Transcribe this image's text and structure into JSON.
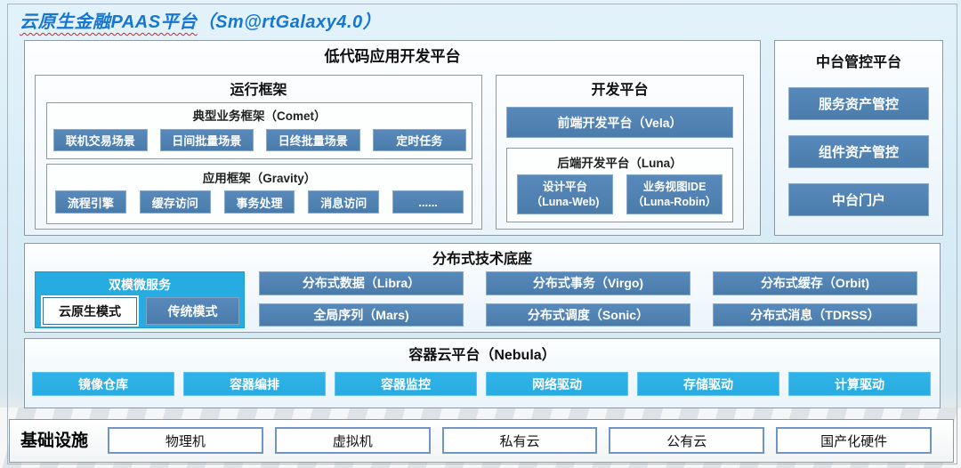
{
  "colors": {
    "title_blue": "#1677d2",
    "steel_blue": "#4a7cab",
    "cyan": "#27ace2",
    "panel_border": "#8d99a3"
  },
  "title": {
    "main": "云原生金融PAAS平台",
    "version": "（Sm@rtGalaxy4.0）"
  },
  "lowcode": {
    "title": "低代码应用开发平台",
    "runtime": {
      "title": "运行框架",
      "comet": {
        "title": "典型业务框架（Comet）",
        "items": [
          "联机交易场景",
          "日间批量场景",
          "日终批量场景",
          "定时任务"
        ]
      },
      "gravity": {
        "title": "应用框架（Gravity）",
        "items": [
          "流程引擎",
          "缓存访问",
          "事务处理",
          "消息访问",
          "......"
        ]
      }
    },
    "dev": {
      "title": "开发平台",
      "vela": "前端开发平台（Vela）",
      "luna": {
        "title": "后端开发平台（Luna）",
        "items": [
          {
            "line1": "设计平台",
            "line2": "（Luna-Web)"
          },
          {
            "line1": "业务视图IDE",
            "line2": "（Luna-Robin）"
          }
        ]
      }
    }
  },
  "midplatform": {
    "title": "中台管控平台",
    "items": [
      "服务资产管控",
      "组件资产管控",
      "中台门户"
    ]
  },
  "distributed": {
    "title": "分布式技术底座",
    "dualmode": {
      "title": "双模微服务",
      "cloud_native": "云原生模式",
      "traditional": "传统模式"
    },
    "items": [
      "分布式数据（Libra）",
      "分布式事务（Virgo)",
      "分布式缓存（Orbit)",
      "全局序列（Mars)",
      "分布式调度（Sonic）",
      "分布式消息（TDRSS）"
    ]
  },
  "container": {
    "title": "容器云平台（Nebula）",
    "items": [
      "镜像仓库",
      "容器编排",
      "容器监控",
      "网络驱动",
      "存储驱动",
      "计算驱动"
    ]
  },
  "infrastructure": {
    "title": "基础设施",
    "items": [
      "物理机",
      "虚拟机",
      "私有云",
      "公有云",
      "国产化硬件"
    ]
  }
}
